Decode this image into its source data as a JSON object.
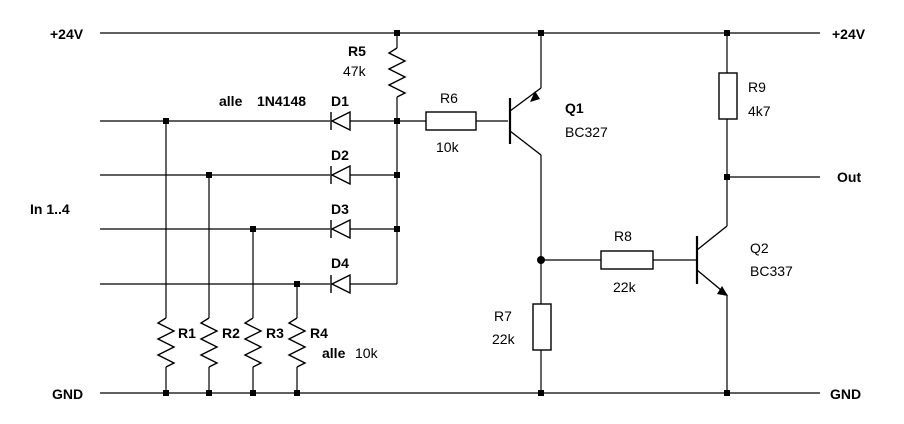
{
  "rails": {
    "vcc_left": "+24V",
    "vcc_right": "+24V",
    "gnd_left": "GND",
    "gnd_right": "GND"
  },
  "input": {
    "label": "In 1..4"
  },
  "output": {
    "label": "Out"
  },
  "diodes": {
    "note_prefix": "alle",
    "note_part": "1N4148",
    "d1": "D1",
    "d2": "D2",
    "d3": "D3",
    "d4": "D4"
  },
  "resistors": {
    "r1": "R1",
    "r2": "R2",
    "r3": "R3",
    "r4": "R4",
    "r1_r4_note_prefix": "alle",
    "r1_r4_note_value": "10k",
    "r5": "R5",
    "r5_value": "47k",
    "r6": "R6",
    "r6_value": "10k",
    "r7": "R7",
    "r7_value": "22k",
    "r8": "R8",
    "r8_value": "22k",
    "r9": "R9",
    "r9_value": "4k7"
  },
  "transistors": {
    "q1": "Q1",
    "q1_type": "BC327",
    "q2": "Q2",
    "q2_type": "BC337"
  }
}
